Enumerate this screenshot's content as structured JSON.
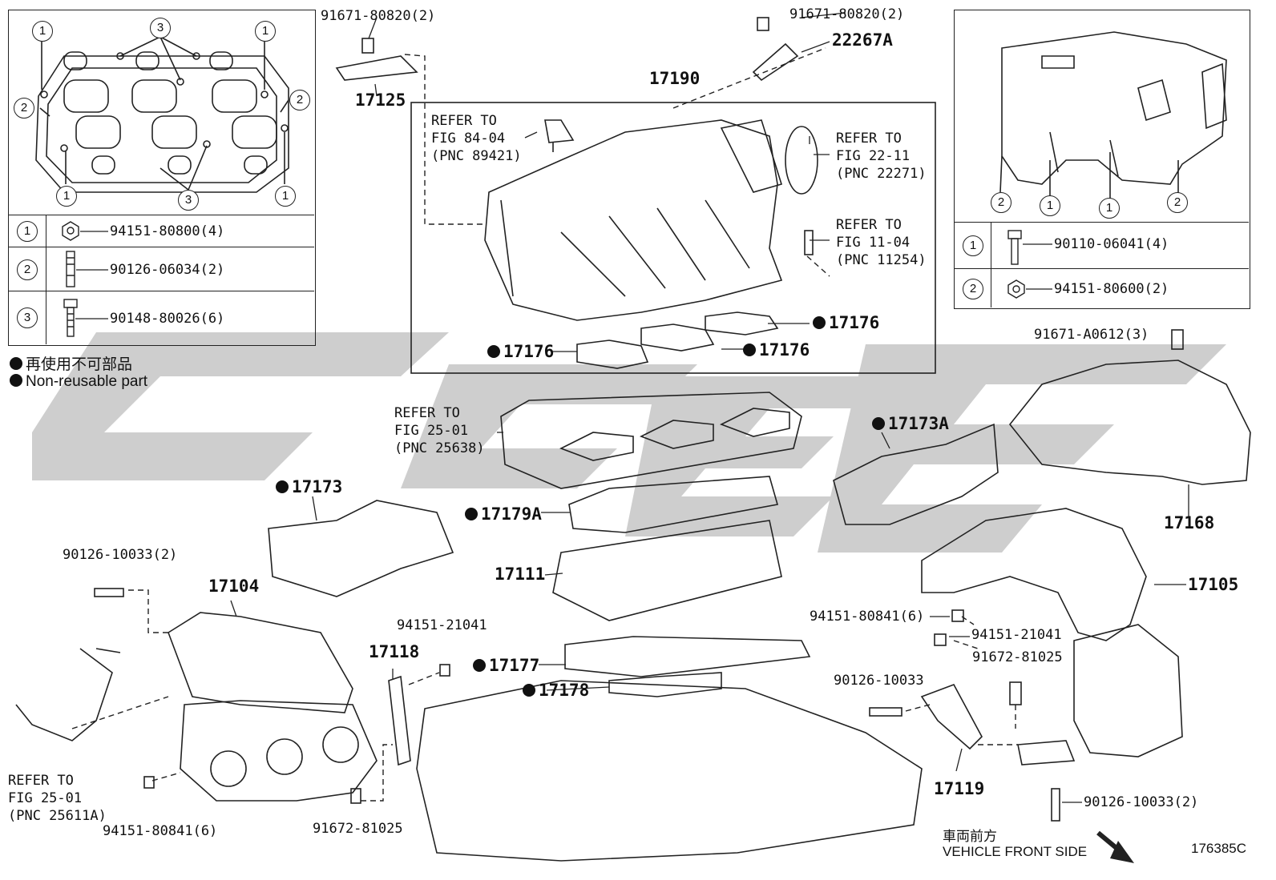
{
  "watermark_color": "#c8c8c8",
  "inset_left": {
    "callouts": [
      "1",
      "1",
      "3",
      "2",
      "2",
      "1",
      "1",
      "3"
    ],
    "rows": [
      {
        "ref": "1",
        "part": "94151-80800(4)",
        "icon": "nut-icon"
      },
      {
        "ref": "2",
        "part": "90126-06034(2)",
        "icon": "stud-icon"
      },
      {
        "ref": "3",
        "part": "90148-80026(6)",
        "icon": "bolt-icon"
      }
    ]
  },
  "inset_right": {
    "callouts": [
      "2",
      "1",
      "1",
      "2"
    ],
    "rows": [
      {
        "ref": "1",
        "part": "90110-06041(4)",
        "icon": "bolt-icon"
      },
      {
        "ref": "2",
        "part": "94151-80600(2)",
        "icon": "nut-icon"
      }
    ]
  },
  "legend": {
    "jp": "再使用不可部品",
    "en": "Non-reusable part"
  },
  "refers": {
    "r84": "REFER TO\nFIG 84-04\n(PNC 89421)",
    "r22": "REFER TO\nFIG 22-11\n(PNC 22271)",
    "r11": "REFER TO\nFIG 11-04\n(PNC 11254)",
    "r25a": "REFER TO\nFIG 25-01\n(PNC 25638)",
    "r25b": "REFER TO\nFIG 25-01\n(PNC 25611A)"
  },
  "labels": {
    "b1": "91671-80820(2)",
    "b2": "91671-80820(2)",
    "p22267A": "22267A",
    "p17125": "17125",
    "p17190": "17190",
    "p17176a": "17176",
    "p17176b": "17176",
    "p17176c": "17176",
    "p17173A": "17173A",
    "p17173": "17173",
    "p17179A": "17179A",
    "p17111": "17111",
    "p17168": "17168",
    "b91671A": "91671-A0612(3)",
    "p17105": "17105",
    "n94151_80841a": "94151-80841(6)",
    "n94151_21041a": "94151-21041",
    "b91672a": "91672-81025",
    "s90126a": "90126-10033",
    "p17119": "17119",
    "s90126b": "90126-10033(2)",
    "s90126c": "90126-10033(2)",
    "p17104": "17104",
    "n94151_21041b": "94151-21041",
    "p17118": "17118",
    "p17177": "17177",
    "p17178": "17178",
    "n94151_80841b": "94151-80841(6)",
    "b91672b": "91672-81025",
    "front_jp": "車両前方",
    "front_en": "VEHICLE FRONT SIDE",
    "code": "176385C"
  }
}
